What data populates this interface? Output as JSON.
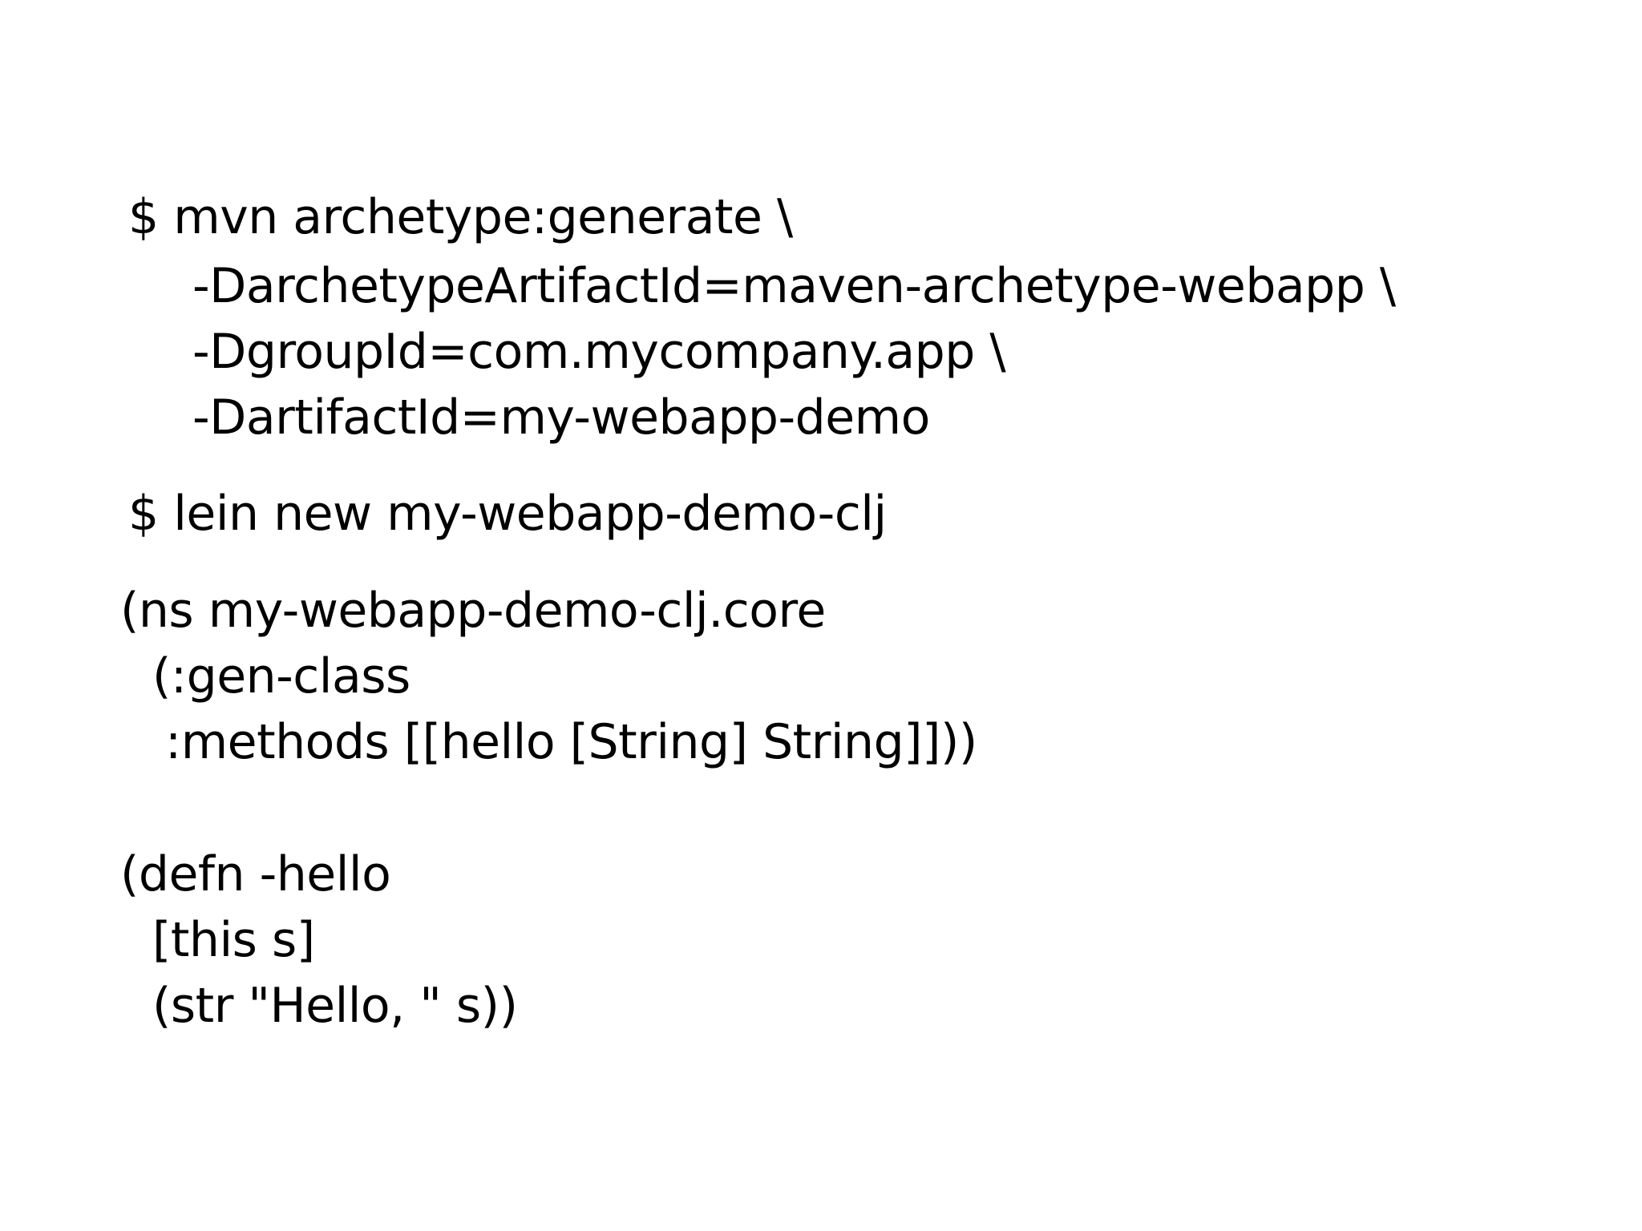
{
  "terminal": {
    "mvn": [
      "$ mvn archetype:generate \\",
      "-DarchetypeArtifactId=maven-archetype-webapp \\",
      "-DgroupId=com.mycompany.app \\",
      "-DartifactId=my-webapp-demo"
    ],
    "lein": "$ lein new my-webapp-demo-clj"
  },
  "code": {
    "ns": [
      "(ns my-webapp-demo-clj.core",
      "(:gen-class",
      ":methods [[hello [String] String]]))"
    ],
    "defn": [
      "(defn -hello",
      "[this s]",
      "(str \"Hello, \" s))"
    ]
  }
}
